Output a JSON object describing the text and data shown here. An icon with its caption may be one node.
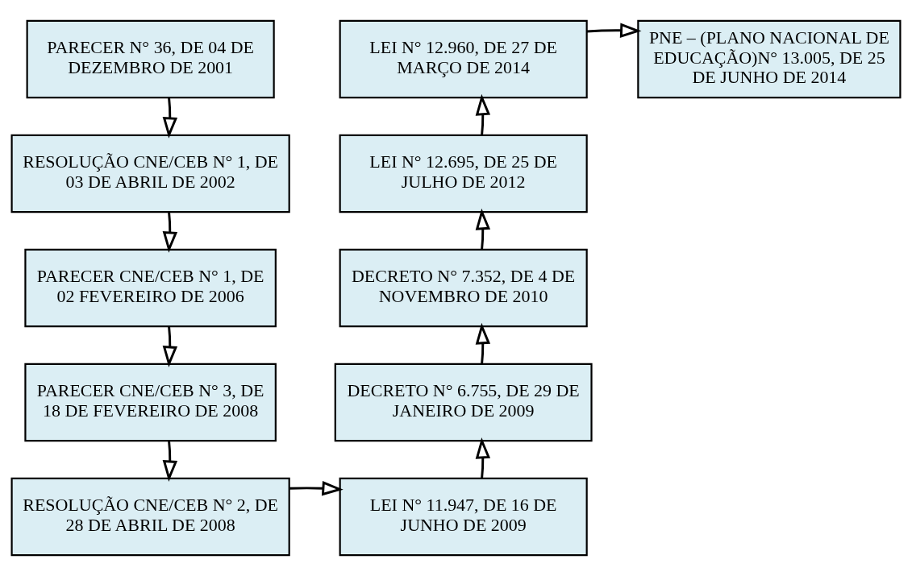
{
  "diagram": {
    "nodes": [
      {
        "text": [
          "PARECER N° 36, DE 04 DE DEZEMBRO DE 2001"
        ]
      },
      {
        "text": [
          "RESOLUÇÃO CNE/CEB N° 1, DE 03 DE ABRIL DE 2002"
        ]
      },
      {
        "text": [
          "PARECER CNE/CEB N° 1, DE 02 FEVEREIRO DE 2006"
        ]
      },
      {
        "text": [
          "PARECER CNE/CEB N° 3, DE 18 DE FEVEREIRO DE 2008"
        ]
      },
      {
        "text": [
          "RESOLUÇÃO CNE/CEB N° 2, DE 28 DE ABRIL DE 2008"
        ]
      },
      {
        "text": [
          "LEI N° 11.947, DE 16 DE JUNHO DE 2009"
        ]
      },
      {
        "text": [
          "DECRETO N° 6.755, DE 29 DE JANEIRO DE 2009"
        ]
      },
      {
        "text": [
          "DECRETO N° 7.352, DE 4 DE NOVEMBRO DE 2010"
        ]
      },
      {
        "text": [
          "LEI N° 12.695, DE 25 DE JULHO DE 2012"
        ]
      },
      {
        "text": [
          "LEI N° 12.960, DE 27 DE MARÇO DE 2014"
        ]
      },
      {
        "text": [
          "PNE – (PLANO NACIONAL DE EDUCAÇÃO)N° 13.005, DE 25 DE JUNHO DE 2014"
        ]
      }
    ],
    "edges": [
      {
        "from": 0,
        "to": 1,
        "arrow": "to"
      },
      {
        "from": 1,
        "to": 2,
        "arrow": "to"
      },
      {
        "from": 2,
        "to": 3,
        "arrow": "to"
      },
      {
        "from": 3,
        "to": 4,
        "arrow": "to"
      },
      {
        "from": 4,
        "to": 5,
        "arrow": "to"
      },
      {
        "from": 5,
        "to": 6,
        "arrow": "to"
      },
      {
        "from": 6,
        "to": 7,
        "arrow": "to"
      },
      {
        "from": 7,
        "to": 8,
        "arrow": "to"
      },
      {
        "from": 8,
        "to": 9,
        "arrow": "to"
      },
      {
        "from": 9,
        "to": 10,
        "arrow": "to"
      }
    ]
  }
}
